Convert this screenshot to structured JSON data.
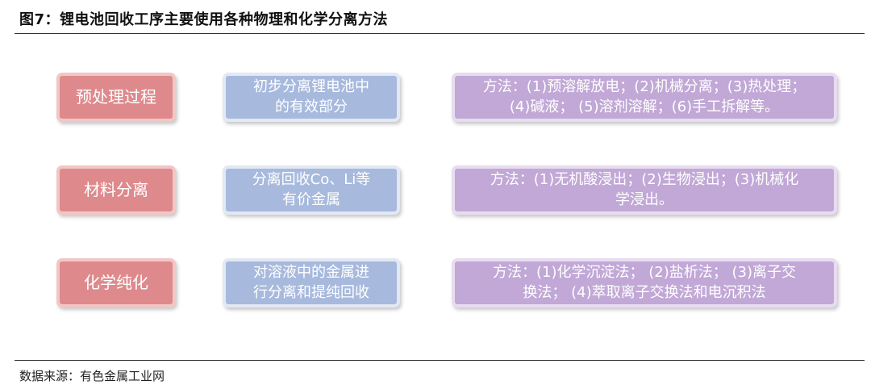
{
  "header": {
    "title": "图7：锂电池回收工序主要使用各种物理和化学分离方法"
  },
  "footer": {
    "source": "数据来源：有色金属工业网"
  },
  "rows": [
    {
      "stage": "预处理过程",
      "goal": "初步分离锂电池中\n的有效部分",
      "method": "方法：(1)预溶解放电；(2)机械分离；(3)热处理；\n(4)碱液； (5)溶剂溶解；(6)手工拆解等。"
    },
    {
      "stage": "材料分离",
      "goal": "分离回收Co、Li等\n有价金属",
      "method": "方法：(1)无机酸浸出；(2)生物浸出；(3)机械化\n学浸出。"
    },
    {
      "stage": "化学纯化",
      "goal": "对溶液中的金属进\n行分离和提纯回收",
      "method": "方法：(1)化学沉淀法； (2)盐析法； (3)离子交\n换法； (4)萃取离子交换法和电沉积法"
    }
  ],
  "colors": {
    "stage_fill": "#de8a8d",
    "goal_fill": "#a7b9dd",
    "method_fill": "#c1a8d6"
  }
}
